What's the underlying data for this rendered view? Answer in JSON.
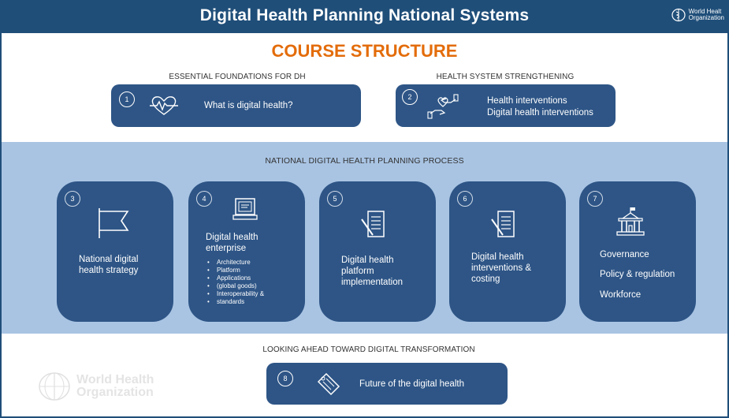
{
  "header": {
    "title": "Digital Health Planning National Systems",
    "who_line1": "World Healt",
    "who_line2": "Organization"
  },
  "course_title": "COURSE STRUCTURE",
  "sections": {
    "essential": "ESSENTIAL FOUNDATIONS FOR DH",
    "health_system": "HEALTH SYSTEM STRENGTHENING",
    "national_process": "NATIONAL DIGITAL HEALTH PLANNING PROCESS",
    "looking_ahead": "LOOKING AHEAD TOWARD DIGITAL TRANSFORMATION"
  },
  "modules": {
    "m1": {
      "num": "1",
      "label": "What is digital health?",
      "icon": "heartbeat-icon"
    },
    "m2": {
      "num": "2",
      "line1": "Health interventions",
      "line2": "Digital health interventions",
      "icon": "hands-heart-icon"
    },
    "m3": {
      "num": "3",
      "line1": "National digital",
      "line2": "health strategy",
      "icon": "flag-icon"
    },
    "m4": {
      "num": "4",
      "line1": "Digital health",
      "line2": "enterprise",
      "bullets": [
        "Architecture",
        "Platform",
        "Applications",
        "(global goods)",
        "Interoperability &",
        "standards"
      ],
      "icon": "computer-icon"
    },
    "m5": {
      "num": "5",
      "line1": "Digital health",
      "line2": "platform",
      "line3": "implementation",
      "icon": "document-checklist-icon"
    },
    "m6": {
      "num": "6",
      "line1": "Digital health",
      "line2": "interventions &",
      "line3": "costing",
      "icon": "document-checklist-icon"
    },
    "m7": {
      "num": "7",
      "line1": "Governance",
      "line2": "Policy & regulation",
      "line3": "Workforce",
      "icon": "building-icon"
    },
    "m8": {
      "num": "8",
      "label": "Future of the digital health",
      "icon": "tag-icon"
    }
  },
  "watermark": {
    "line1": "World Health",
    "line2": "Organization"
  },
  "colors": {
    "header_bg": "#1f4e79",
    "card_bg": "#2e5586",
    "band_bg": "#a9c4e3",
    "accent": "#e36c0a"
  }
}
